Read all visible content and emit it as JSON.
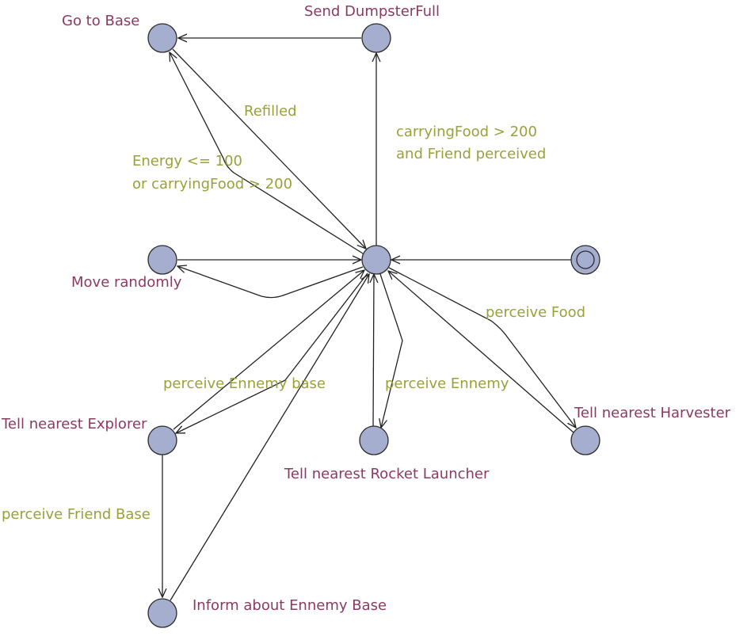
{
  "states": {
    "hub": "",
    "go_to_base": "Go to Base",
    "send_dumpster_full": "Send DumpsterFull",
    "move_randomly": "Move randomly",
    "tell_nearest_explorer": "Tell nearest Explorer",
    "tell_nearest_rocket_launcher": "Tell nearest Rocket Launcher",
    "tell_nearest_harvester": "Tell nearest Harvester",
    "inform_about_ennemy_base": "Inform about Ennemy Base",
    "final": ""
  },
  "transitions": {
    "refilled": "Refilled",
    "carrying_food_line1": "carryingFood > 200",
    "carrying_food_line2": "and Friend perceived",
    "energy_line1": "Energy <= 100",
    "energy_line2": "or carryingFood > 200",
    "perceive_food": "perceive Food",
    "perceive_ennemy_base": "perceive Ennemy base",
    "perceive_ennemy": "perceive Ennemy",
    "perceive_friend_base": "perceive Friend Base"
  },
  "colors": {
    "node_fill": "#a6aed0",
    "state_label": "#8b3a62",
    "transition_label": "#9aa03a"
  }
}
